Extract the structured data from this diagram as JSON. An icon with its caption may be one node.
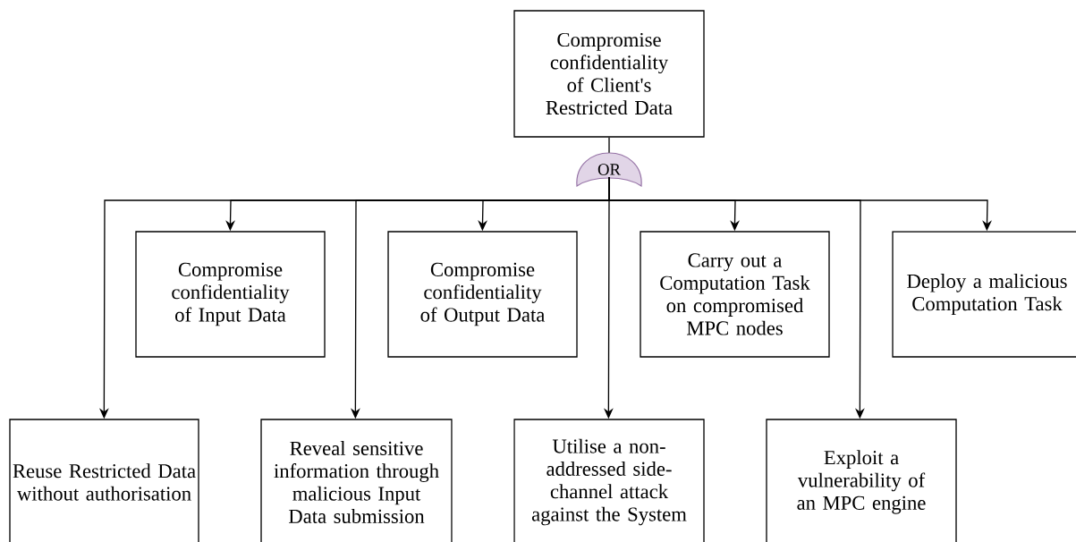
{
  "diagram": {
    "nodes": [
      {
        "text": [
          "Compromise confidentiality of Client's Restricted Data"
        ]
      },
      {
        "text": [
          "OR"
        ]
      },
      {
        "text": [
          "Compromise confidentiality of Input Data"
        ]
      },
      {
        "text": [
          "Compromise confidentiality of Output Data"
        ]
      },
      {
        "text": [
          "Carry out a Computation Task on compromised MPC nodes"
        ]
      },
      {
        "text": [
          "Deploy a malicious Computation Task"
        ]
      },
      {
        "text": [
          "Reuse Restricted Data without authorisation"
        ]
      },
      {
        "text": [
          "Reveal sensitive information through malicious Input Data submission"
        ]
      },
      {
        "text": [
          "Utilise a non-addressed side-channel attack against the System"
        ]
      },
      {
        "text": [
          "Exploit a vulnerability of an MPC engine"
        ]
      }
    ],
    "edges": [
      {
        "from": 0,
        "to": 1,
        "arrow": "none"
      },
      {
        "from": 1,
        "to": 6,
        "arrow": "to"
      },
      {
        "from": 1,
        "to": 2,
        "arrow": "to"
      },
      {
        "from": 1,
        "to": 7,
        "arrow": "to"
      },
      {
        "from": 1,
        "to": 3,
        "arrow": "to"
      },
      {
        "from": 1,
        "to": 8,
        "arrow": "to"
      },
      {
        "from": 1,
        "to": 4,
        "arrow": "to"
      },
      {
        "from": 1,
        "to": 9,
        "arrow": "to"
      },
      {
        "from": 1,
        "to": 5,
        "arrow": "to"
      }
    ]
  }
}
